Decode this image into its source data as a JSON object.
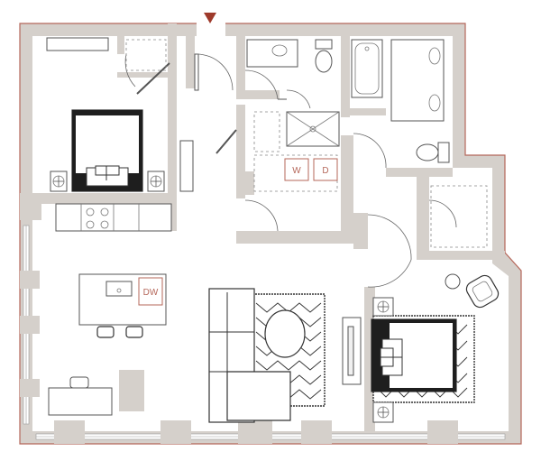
{
  "labels": {
    "washer": "W",
    "dryer": "D",
    "dishwasher": "DW"
  },
  "colors": {
    "wall": "#d5d0cb",
    "wall_edge": "#b5675a",
    "entry_marker": "#9e3a2b",
    "label": "#b5675a",
    "furniture_stroke": "#333333"
  }
}
